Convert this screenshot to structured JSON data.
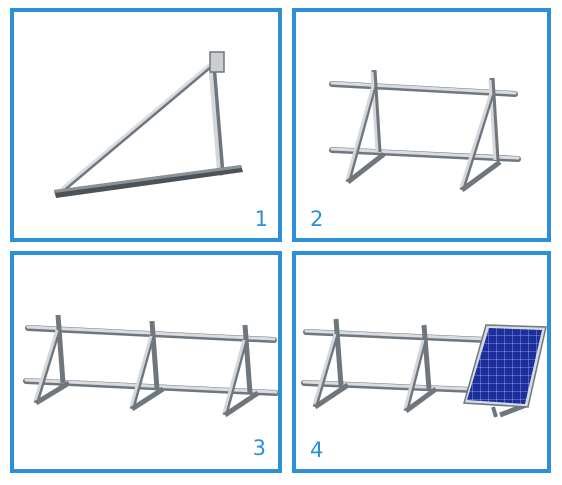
{
  "colors": {
    "frame_border": "#2d8fd6",
    "step_number": "#2d8fd6",
    "rail_metal": "#c9ced3",
    "rail_shadow": "#6f777e",
    "solar_cell": "#1d2f9a",
    "solar_grid": "#9fb0ff",
    "panel_frame": "#d7dbe0"
  },
  "steps": [
    {
      "number": "1",
      "stage": "single-triangle-bracket",
      "icon": "triangle-bracket-icon"
    },
    {
      "number": "2",
      "stage": "two-brackets-with-rails",
      "icon": "rail-assembly-icon"
    },
    {
      "number": "3",
      "stage": "three-brackets-with-rails",
      "icon": "extended-rail-assembly-icon"
    },
    {
      "number": "4",
      "stage": "solar-panel-mounted",
      "icon": "solar-panel-icon"
    }
  ]
}
